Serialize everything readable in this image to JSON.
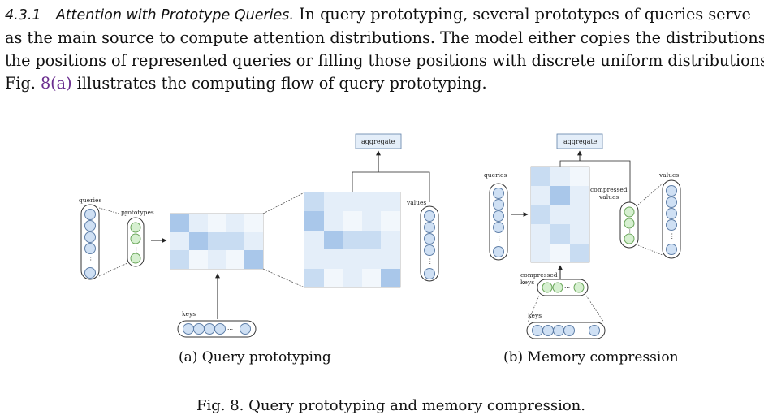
{
  "section": {
    "number": "4.3.1",
    "title": "Attention with Prototype Queries.",
    "text_line1": " In query prototyping, several prototypes of queries serve",
    "text_line2": "as the main source to compute attention distributions. The model either copies the distributions to",
    "text_line3": "the positions of represented queries or filling those positions with discrete uniform distributions.",
    "text_line4_pre": "Fig. ",
    "text_line4_ref": "8(a)",
    "text_line4_post": " illustrates the computing flow of query prototyping."
  },
  "figure": {
    "left_panel": {
      "queries_label": "queries",
      "prototypes_label": "prototypes",
      "keys_label": "keys",
      "values_label": "values",
      "aggregate_label": "aggregate",
      "subcaption": "(a) Query prototyping"
    },
    "right_panel": {
      "queries_label": "queries",
      "values_label": "values",
      "compressed_values_label_1": "compressed",
      "compressed_values_label_2": "values",
      "compressed_keys_label_1": "compressed",
      "compressed_keys_label_2": "keys",
      "keys_label": "keys",
      "aggregate_label": "aggregate",
      "subcaption": "(b) Memory compression"
    },
    "caption": "Fig. 8.  Query prototyping and memory compression.",
    "colors": {
      "node_fill": "#cfe0f4",
      "node_stroke": "#5f7fa8",
      "green_node_fill": "#d6f0d0",
      "green_node_stroke": "#6aa65a",
      "cell_dark": "#a9c7ea",
      "cell_mid": "#c8dcf2",
      "cell_light": "#e4eef9",
      "cell_lightest": "#f2f7fc"
    }
  }
}
